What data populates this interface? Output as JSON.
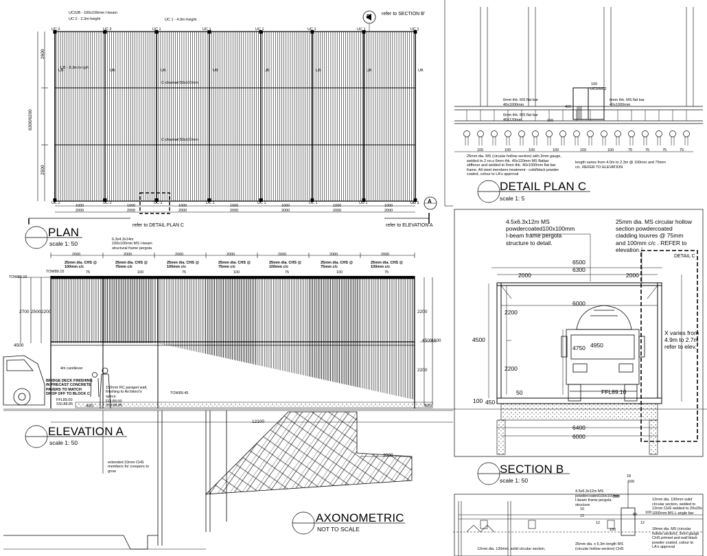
{
  "plan": {
    "title": "PLAN",
    "scale": "scale 1: 50",
    "notes": {
      "uc_ub": "UC/UB - 100x100mm I-beam",
      "uc2": "UC 2 - 2.3m height",
      "uc1": "UC 1 - 4.0m height",
      "ub": "UB - 6.3m length",
      "cchannel_top": "C-channel 50x100mm",
      "cchannel_bot": "C-channel 50x100mm",
      "refer_section": "refer to SECTION B'",
      "refer_detail": "refer to DETAIL PLAN C",
      "refer_elev": "refer to ELEVATION A",
      "section_marker": "B",
      "elev_marker": "A"
    },
    "col_labels_top": [
      "UC 2",
      "UC 2",
      "UC 1",
      "UC 1",
      "UC 1",
      "UC 1",
      "UC 1",
      "UC 1",
      "UC 1"
    ],
    "col_labels_bottom": [
      "UC 2",
      "UC 2",
      "UC 2",
      "UC 1",
      "UC 1",
      "UC 1",
      "UC 1",
      "UC 1",
      "UC 1"
    ],
    "ub_labels": [
      "UB",
      "UB",
      "UB",
      "UB",
      "UB",
      "UB",
      "UB",
      "UB"
    ],
    "dims_left": [
      "2600",
      "2500"
    ],
    "dim_overall": "6300/6200",
    "dims_bottom_a": [
      "1000",
      "1000",
      "1000",
      "1000",
      "1000",
      "1000",
      "1000"
    ],
    "dims_bottom_b": [
      "2000",
      "2000",
      "2000",
      "2000",
      "2000",
      "2000",
      "2000"
    ]
  },
  "elevation": {
    "title": "ELEVATION A",
    "scale": "scale 1: 50",
    "frame_note": "6.3x4.3x14m\n100x100mm MS I-beam\nstructural frame pergola",
    "bay_notes": [
      "25mm dia. CHS @\n100mm c/c",
      "25mm dia. CHS @\n75mm c/c",
      "25mm dia. CHS @\n100mm c/c",
      "25mm dia. CHS @\n75mm c/c",
      "25mm dia. CHS @\n100mm c/c",
      "25mm dia. CHS @\n75mm c/c",
      "25mm dia. CHS @\n100mm c/c"
    ],
    "bay_dims": [
      "2000",
      "2000",
      "2000",
      "2000",
      "2000",
      "2000",
      "2000"
    ],
    "pitch_labels": [
      "75",
      "100",
      "75",
      "100",
      "75",
      "100",
      "75"
    ],
    "tow_left": "TOW89.15",
    "tow_left2": "TOW89.15",
    "tow_mid": "TOW89.45",
    "dims_left": [
      "2700",
      "2500",
      "2200"
    ],
    "dims_right": [
      "2200",
      "4600",
      "2200"
    ],
    "level_4500": "4500",
    "cantilever": "4m cantilever",
    "bridge_note": "BRIDGE DECK FINISHING\nIN PRECAST CONCRETE\nPAVERS TO MATCH\nDROP OFF TO BLOCK C",
    "ffl_left": "FFL89.00\nSSL88.85",
    "parapet_note": "150mm RC parapet wall,\nfinishing to Architect's\nspecs.",
    "ffl_mid": "FFL89.00\nSSL88.85",
    "dim_400": "400",
    "dim_400b": "400",
    "dim_12100": "12100",
    "dim_3000": "3000",
    "creeper_note": "extended 10mm CHS\nmembers for creepers to\ngrow"
  },
  "axo": {
    "title": "AXONOMETRIC",
    "scale": "NOT TO SCALE"
  },
  "detail_c": {
    "title": "DETAIL PLAN C",
    "scale": "scale 1: 5",
    "notes": {
      "flat_bar_l1": "6mm thk. MS flat bar\n40x1000mm",
      "flat_bar_l2": "6mm thk. MS flat bar\n40x120mm",
      "flat_bar_r": "6mm thk. MS flat bar\n40x1000mm",
      "uc_label": "UC1/UC2",
      "main": "25mm dia. MS (circular hollow section) with 3mm gauge,\nwelded to 2 no.s 6mm thk. 40x120mm MS flatbar\nstiffener and welded to 6mm thk. 40x1000mm flat bar\nframe. All steel members treatment - cold/black powder\ncoated, colour to LA's approval",
      "length": "length varies from 4.0m to 2.3m @ 100mm and 75mm\nc/c. REFER TO ELEVATION"
    },
    "dim_100": "100",
    "dim_400": "400",
    "dim_100b": "100",
    "spacings": [
      "100",
      "100",
      "100",
      "100",
      "100",
      "100",
      "75",
      "75",
      "75",
      "75"
    ]
  },
  "section_b": {
    "title": "SECTION B",
    "scale": "scale 1: 50",
    "note_left": "4.5x6.3x12m MS\npowdercoated100x100mm\nI-beam frame pergola\nstructure to detail.",
    "note_right": "25mm dia. MS circular hollow\nsection powdercoated\ncladding louvres @ 75mm\nand 100mm c/c . REFER to\nelevation.",
    "detail_tag": "DETAIL C",
    "x_note": "X varies from\n4.9m to 2.7m\nrefer to elev.",
    "dims": {
      "d6500": "6500",
      "d6300": "6300",
      "d2000a": "2000",
      "d2000b": "2000",
      "d6000": "6000",
      "d2200a": "2200",
      "d2200b": "2200",
      "d4500": "4500",
      "d4750": "4750",
      "d4950": "4950",
      "d50": "50",
      "d100": "100",
      "d450": "450",
      "d6400": "6400",
      "d6000b": "6000"
    },
    "ffl": "FFL89.10"
  },
  "section_detail": {
    "note_frame": "4.5x6.3x12m MS\npowdercoated100x100mm\nI-beam frame pergola\nstructure",
    "note_rod": "12mm dia. 130mm solid\ncircular section, welded to\n12mm CHS welded to 20x20x\n1000mm MS L-angle bar",
    "note_ms": "18mm dia. MS (circular\nhollow section), 3mm gauge\nCHS primed and wall black\npowder coated, colour to\nLA's approval",
    "note_bot1": "12mm dia. 130mm. solid circular section,",
    "note_bot2": "25mm dia. x 6.3m length MS\n(circular hollow section) CHS",
    "dims": [
      "18",
      "200",
      "100",
      "100",
      "80",
      "10",
      "12",
      "12",
      "100",
      "12"
    ]
  }
}
